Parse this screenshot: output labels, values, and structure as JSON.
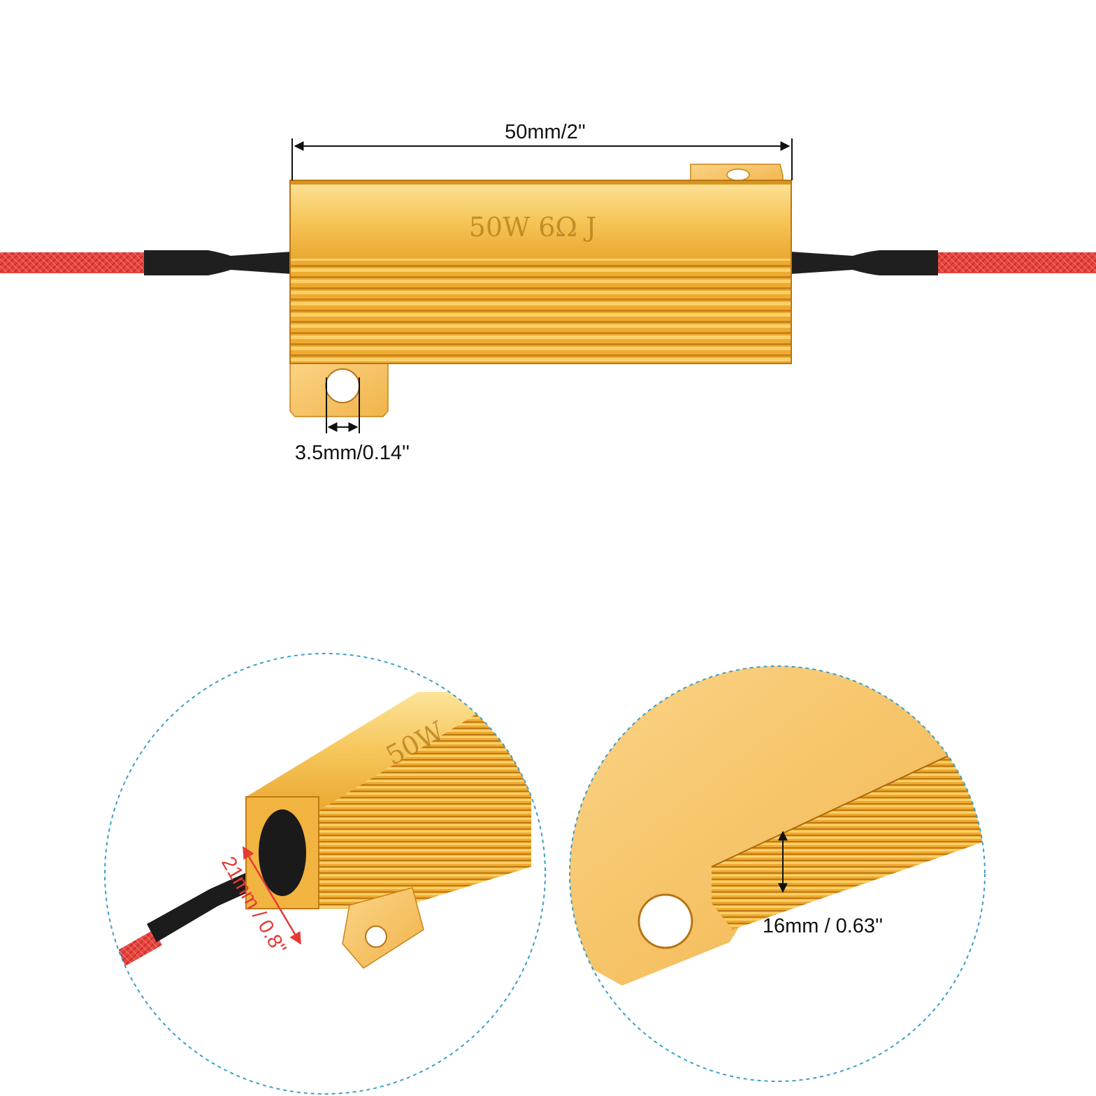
{
  "product": {
    "marking": "50W 6Ω J",
    "marking_short": "50W"
  },
  "dimensions": {
    "length": "50mm/2''",
    "hole": "3.5mm/0.14''",
    "diameter": "21mm / 0.8\"",
    "height": "16mm / 0.63''"
  },
  "colors": {
    "body": "#f0b13a",
    "body_light": "#fbd97a",
    "body_dark": "#c98414",
    "wire": "#e8403a",
    "sleeve": "#1e1e1e",
    "dimension_line": "#111111",
    "diameter_annotation": "#e53935",
    "detail_circle": "#3b9fc7"
  }
}
